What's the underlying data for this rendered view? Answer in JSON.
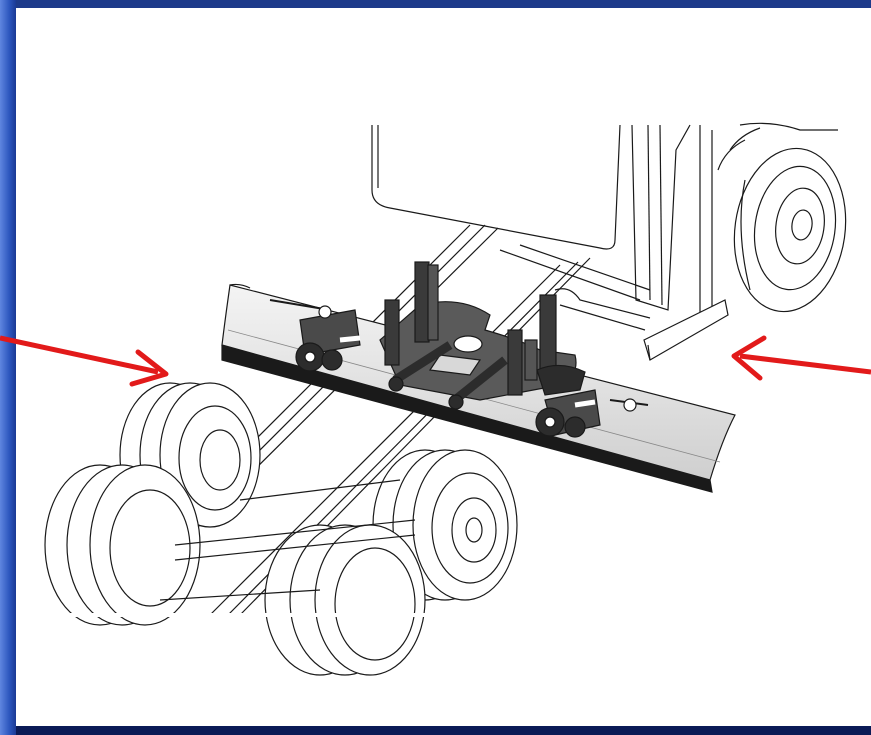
{
  "colors": {
    "frame_dark": "#0a1a55",
    "frame_light": "#5f86e0",
    "canvas": "#ffffff",
    "line": "#1a1a1a",
    "arrow": "#e21a1a",
    "dark_part": "#2c2c2c"
  },
  "arrows": [
    {
      "name": "left-arrow",
      "direction": "right"
    },
    {
      "name": "right-arrow",
      "direction": "left"
    }
  ]
}
